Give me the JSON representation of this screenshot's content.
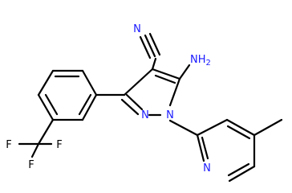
{
  "molecule": {
    "atoms": {
      "nitrile_n": "N",
      "amine": "NH2",
      "pyrazole_n2": "N",
      "pyrazole_n1": "N",
      "pyridine_n": "N",
      "f_left": "F",
      "f_right": "F",
      "f_bottom": "F"
    }
  },
  "colors": {
    "bond": "#000000",
    "nitrogen": "#1a1aff",
    "carbon_text": "#000000"
  }
}
